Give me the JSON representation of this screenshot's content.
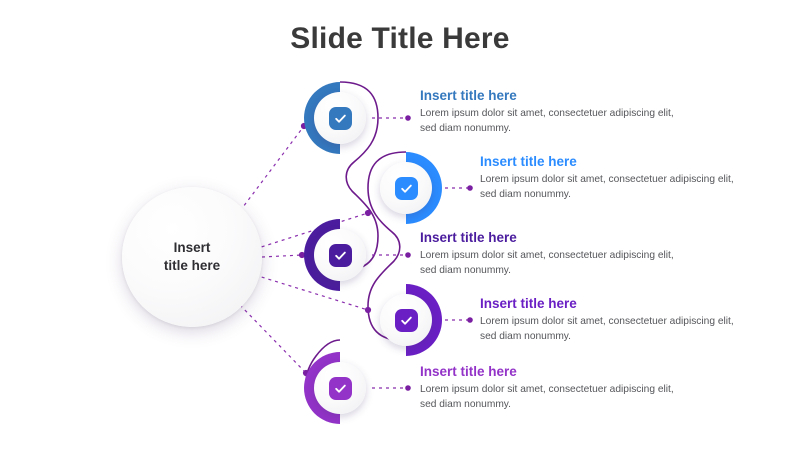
{
  "title": "Slide Title Here",
  "hub": {
    "label": "Insert\ntitle here"
  },
  "colors": {
    "title_text": "#3a3a3a",
    "body_text": "#55565a",
    "connector": "#6d1b8c",
    "background": "#ffffff"
  },
  "steps": [
    {
      "index": "1",
      "title": "Insert title here",
      "body": "Lorem ipsum dolor sit amet, consectetuer adipiscing elit, sed diam nonummy.",
      "color": "#3478be",
      "icon": "check-circle-icon",
      "side": "left"
    },
    {
      "index": "2",
      "title": "Insert title here",
      "body": "Lorem ipsum dolor sit amet, consectetuer adipiscing elit, sed diam nonummy.",
      "color": "#2b8cff",
      "icon": "check-circle-icon",
      "side": "right"
    },
    {
      "index": "3",
      "title": "Insert title here",
      "body": "Lorem ipsum dolor sit amet, consectetuer adipiscing elit, sed diam nonummy.",
      "color": "#4b1d9e",
      "icon": "check-circle-icon",
      "side": "left"
    },
    {
      "index": "4",
      "title": "Insert title here",
      "body": "Lorem ipsum dolor sit amet, consectetuer adipiscing elit, sed diam nonummy.",
      "color": "#6a1fc4",
      "icon": "check-circle-icon",
      "side": "right"
    },
    {
      "index": "5",
      "title": "Insert title here",
      "body": "Lorem ipsum dolor sit amet, consectetuer adipiscing elit, sed diam nonummy.",
      "color": "#9333c8",
      "icon": "check-circle-icon",
      "side": "left"
    }
  ]
}
